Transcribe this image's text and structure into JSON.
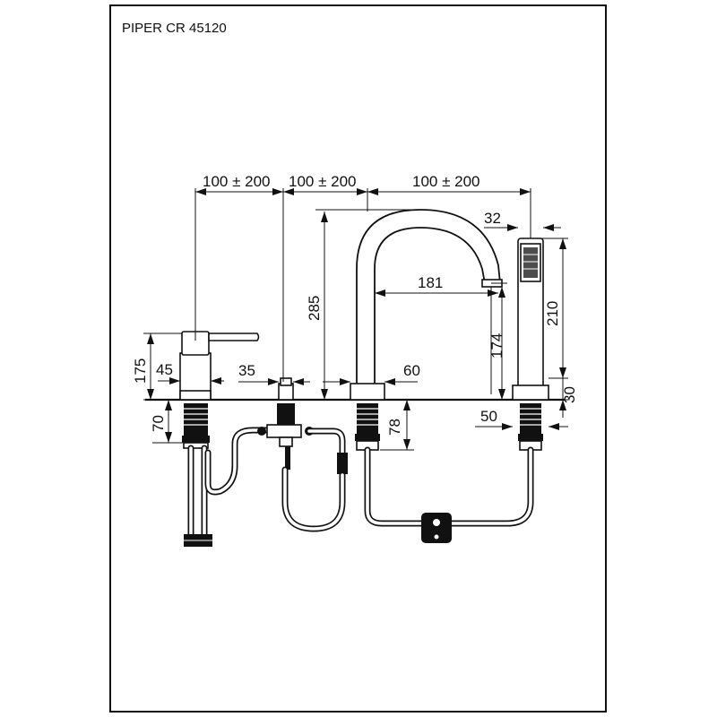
{
  "title": "PIPER CR 45120",
  "dimensions": {
    "spacing_1": "100 ± 200",
    "spacing_2": "100 ± 200",
    "spacing_3": "100 ± 200",
    "spout_height": "285",
    "spout_reach": "181",
    "spout_tip": "32",
    "mixer_height": "175",
    "lever_base": "45",
    "diverter_offset": "35",
    "spout_base": "60",
    "spout_outlet_height": "174",
    "hand_shower_length": "210",
    "hand_shower_base": "30",
    "hand_shower_holder": "50",
    "shank_left": "70",
    "shank_spout": "78"
  }
}
